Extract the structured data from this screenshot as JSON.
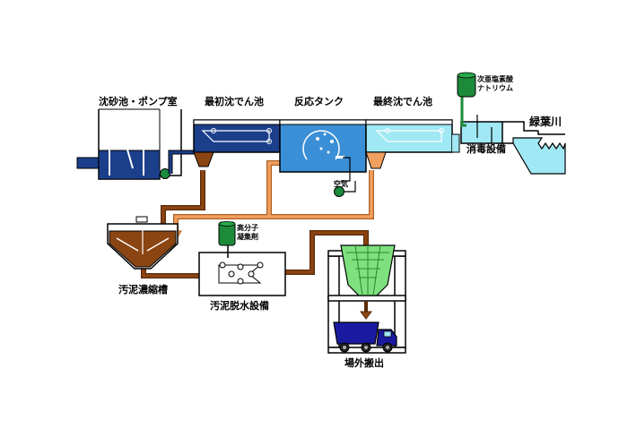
{
  "labels": {
    "grit_pump": "沈砂池・ポンプ室",
    "primary": "最初沈でん池",
    "reactor": "反応タンク",
    "final": "最終沈でん池",
    "hypochlorite_1": "次亜塩素酸",
    "hypochlorite_2": "ナトリウム",
    "disinfection": "消毒設備",
    "river": "緑葉川",
    "air": "空気",
    "polymer_1": "高分子",
    "polymer_2": "凝集剤",
    "thickener": "汚泥濃縮槽",
    "dewatering": "汚泥脱水設備",
    "hauling": "場外搬出"
  },
  "colors": {
    "water_dark": "#1c3f8c",
    "water_mid": "#3a8fd6",
    "water_light": "#9fe8f4",
    "return_sludge": "#f0a060",
    "sludge": "#8b4513",
    "sludge_outline": "#5a2a08",
    "chem_tank": "#1d8a3a",
    "truck": "#1a1aa0",
    "hopper": "#7ee07e"
  },
  "icons": [
    "pump-icon",
    "truck-icon",
    "chemical-tank-icon",
    "hopper-icon"
  ]
}
